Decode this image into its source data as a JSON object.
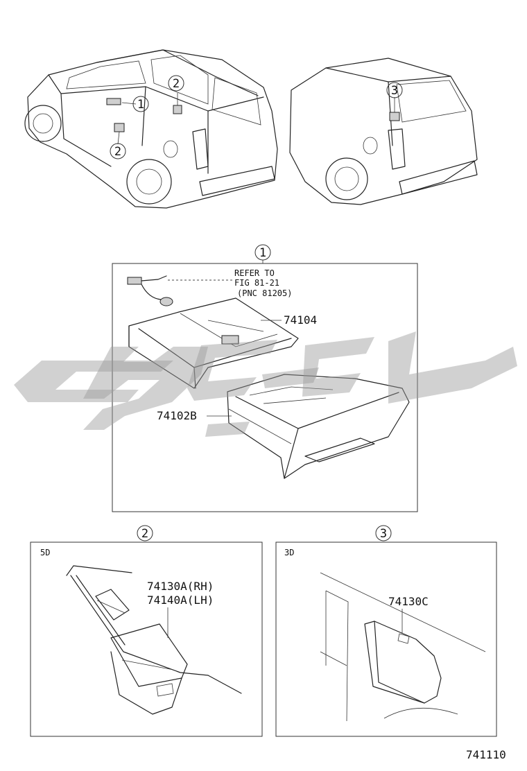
{
  "callouts": {
    "c1": "1",
    "c2": "2",
    "c3": "3"
  },
  "section1": {
    "refer_line1": "REFER TO",
    "refer_line2": "FIG 81-21",
    "refer_line3": "(PNC 81205)",
    "part_a": "74104",
    "part_b": "74102B"
  },
  "section2": {
    "tag": "5D",
    "part_rh": "74130A(RH)",
    "part_lh": "74140A(LH)"
  },
  "section3": {
    "tag": "3D",
    "part": "74130C"
  },
  "figure_code": "741110"
}
